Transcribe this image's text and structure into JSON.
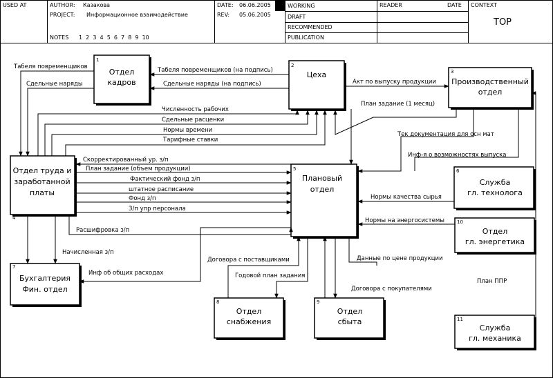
{
  "header": {
    "used_at": "USED AT",
    "author_label": "AUTHOR:",
    "author_value": "Казакова",
    "project_label": "PROJECT:",
    "project_value": "Информационное взаимодействие",
    "date_label": "DATE:",
    "date_value": "06.06.2005",
    "rev_label": "REV:",
    "rev_value": "05.06.2005",
    "notes_label": "NOTES",
    "notes_numbers": "1  2  3  4  5  6  7  8  9  10",
    "status": [
      "WORKING",
      "DRAFT",
      "RECOMMENDED",
      "PUBLICATION"
    ],
    "reader": "READER",
    "date_col": "DATE",
    "context": "CONTEXT",
    "context_value": "TOP"
  },
  "boxes": [
    {
      "id": "kadry",
      "num": "1",
      "lines": [
        "Отдел",
        "кадров"
      ]
    },
    {
      "id": "tseha",
      "num": "2",
      "lines": [
        "Цеха"
      ]
    },
    {
      "id": "proizv",
      "num": "3",
      "lines": [
        "Производственный",
        "отдел"
      ]
    },
    {
      "id": "trud",
      "num": "4",
      "lines": [
        "Отдел труда и",
        "заработанной",
        "платы"
      ]
    },
    {
      "id": "plan",
      "num": "5",
      "lines": [
        "Плановый",
        "отдел"
      ]
    },
    {
      "id": "tekhnolog",
      "num": "6",
      "lines": [
        "Служба",
        "гл. технолога"
      ]
    },
    {
      "id": "buh",
      "num": "7",
      "lines": [
        "Бухгалтерия",
        "Фин. отдел"
      ]
    },
    {
      "id": "snab",
      "num": "8",
      "lines": [
        "Отдел",
        "снабжения"
      ]
    },
    {
      "id": "sbyt",
      "num": "9",
      "lines": [
        "Отдел",
        "сбыта"
      ]
    },
    {
      "id": "energ",
      "num": "10",
      "lines": [
        "Отдел",
        "гл. энергетика"
      ]
    },
    {
      "id": "mekh",
      "num": "11",
      "lines": [
        "Служба",
        "гл. механика"
      ]
    }
  ],
  "flows": {
    "tabel_top": "Табеля повременщиков",
    "sdelnye_naryady_left": "Сдельные наряды",
    "tabel_podpis": "Табеля повременщиков (на подпись)",
    "naryady_podpis": "Сдельные наряды (на подпись)",
    "chislennost": "Численность рабочих",
    "rastsenki": "Сдельные расценки",
    "normy_vremeni": "Нормы времени",
    "tarif": "Тарифные ставки",
    "akt": "Акт по выпуску продукции",
    "plan_zadanie_mes": "План задание (1 месяц)",
    "tek_dok": "Тек документация для осн мат",
    "inf_vozm": "Инф-я о возможностях выпуска",
    "skorr": "Скорректированный ур. з/п",
    "plan_zad_obem": "План задание (объем продукции)",
    "fakt_fond": "Фактический фонд з/п",
    "shtat": "штатное расписание",
    "fond": "Фонд з/п",
    "zp_ur": "З/п упр персонала",
    "normy_kach": "Нормы качества сырья",
    "normy_energ": "Нормы на энергосистемы",
    "rasshifrovka": "Расшифровка з/п",
    "nachislennaya": "Начисленная з/п",
    "inf_obsh": "Инф об общих расходах",
    "dogovora_post": "Договора с поставщиками",
    "godovoy": "Годовой план задания",
    "dannye_tsene": "Данные по цене продукции",
    "dogovora_pok": "Договора с покупателями",
    "plan_ppr": "План ППР"
  }
}
